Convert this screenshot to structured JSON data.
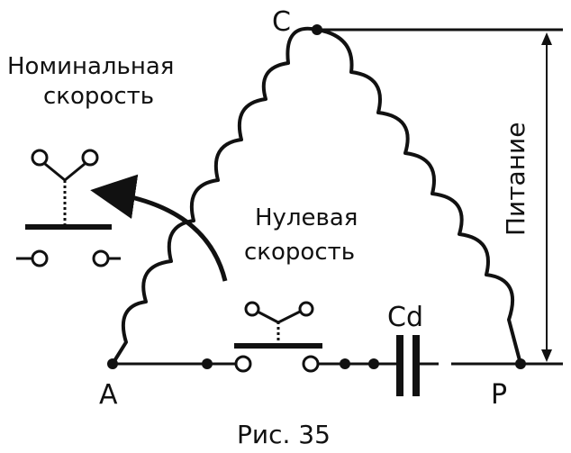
{
  "nodes": {
    "c": "C",
    "a": "A",
    "p": "P"
  },
  "labels": {
    "nominal_line1": "Номинальная",
    "nominal_line2": "скорость",
    "zero_line1": "Нулевая",
    "zero_line2": "скорость",
    "capacitor": "Cd",
    "supply": "Питание",
    "caption": "Рис. 35"
  },
  "colors": {
    "ink": "#111111",
    "background": "#ffffff"
  }
}
